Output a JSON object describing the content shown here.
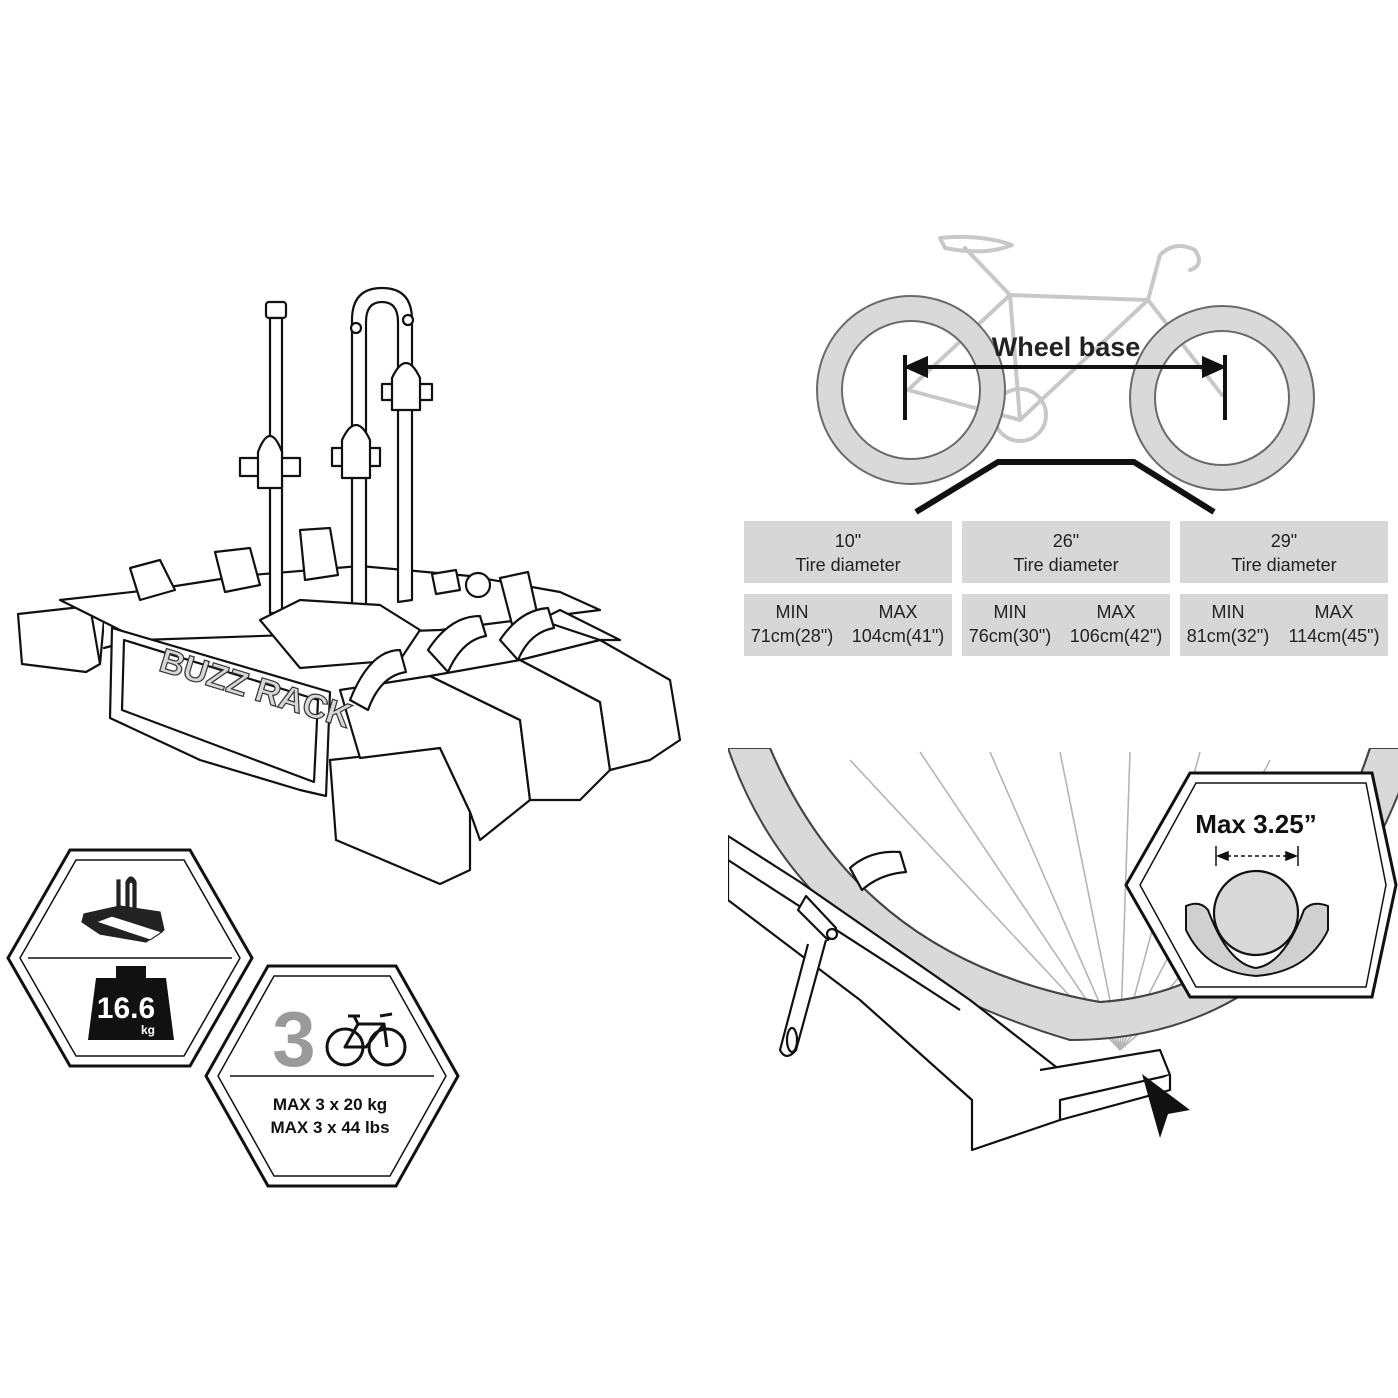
{
  "product": {
    "brand": "BUZZ RACK"
  },
  "wheelbase": {
    "label": "Wheel base",
    "columns": [
      {
        "size": "10\"",
        "caption": "Tire diameter",
        "min_label": "MIN",
        "min_value": "71cm(28\")",
        "max_label": "MAX",
        "max_value": "104cm(41\")"
      },
      {
        "size": "26\"",
        "caption": "Tire diameter",
        "min_label": "MIN",
        "min_value": "76cm(30\")",
        "max_label": "MAX",
        "max_value": "106cm(42\")"
      },
      {
        "size": "29\"",
        "caption": "Tire diameter",
        "min_label": "MIN",
        "min_value": "81cm(32\")",
        "max_label": "MAX",
        "max_value": "114cm(45\")"
      }
    ]
  },
  "tire_width": {
    "label": "Max 3.25”"
  },
  "weight_badge": {
    "value": "16.6",
    "unit": "kg"
  },
  "capacity_badge": {
    "count": "3",
    "line1": "MAX 3 x 20 kg",
    "line2": "MAX 3 x 44 lbs"
  },
  "icons": [
    "bike-rack-icon",
    "weight-icon",
    "bicycle-icon",
    "arrow-pointer-icon"
  ],
  "colors": {
    "line": "#111111",
    "tire_fill": "#d9d9d9",
    "table_fill": "#d7d7d7",
    "bike_outline": "#c8c8c8"
  }
}
